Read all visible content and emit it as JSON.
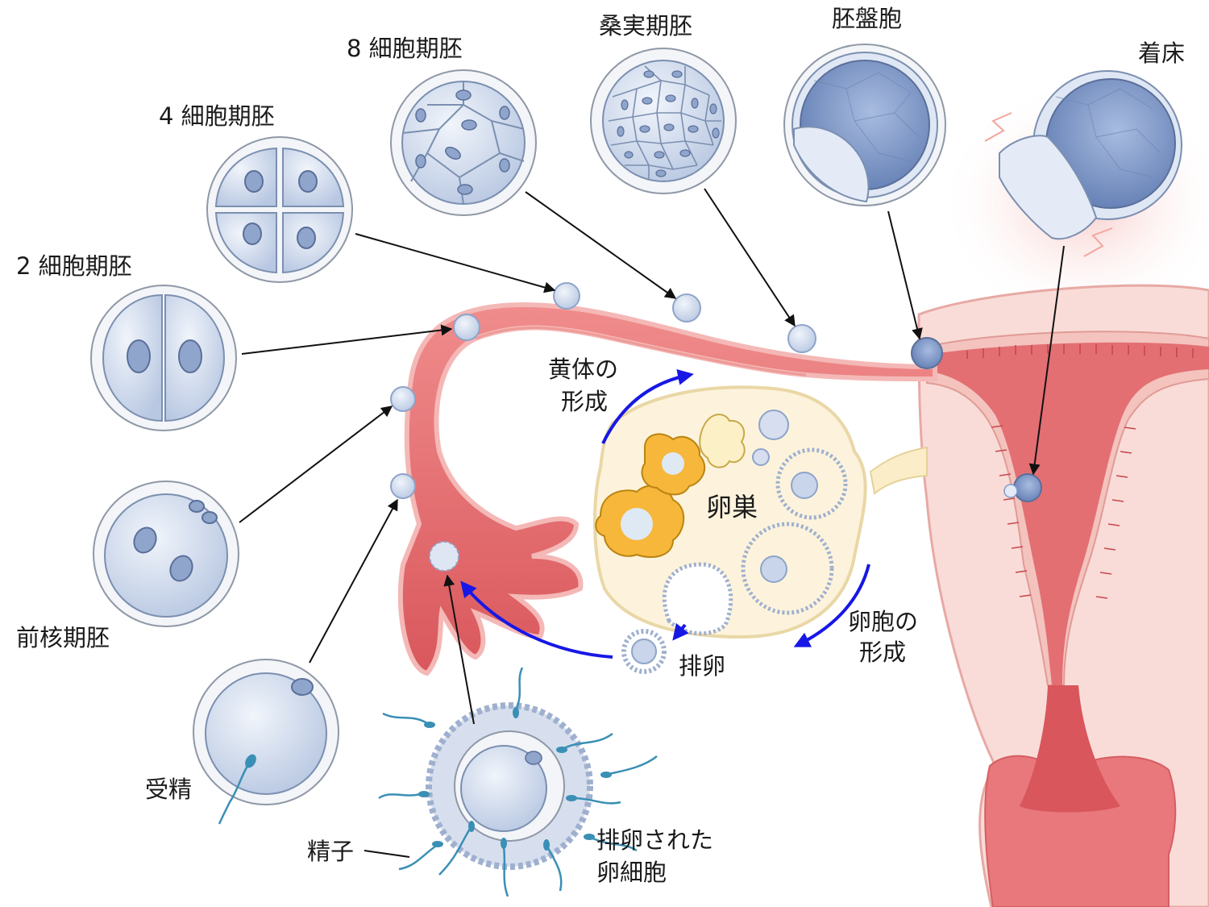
{
  "labels": {
    "two_cell": "2 細胞期胚",
    "four_cell": "4 細胞期胚",
    "eight_cell": "8 細胞期胚",
    "morula": "桑実期胚",
    "blastocyst": "胚盤胞",
    "implantation": "着床",
    "pronuclear": "前核期胚",
    "fertilization": "受精",
    "sperm": "精子",
    "ovulated_oocyte_line1": "排卵された",
    "ovulated_oocyte_line2": "卵細胞",
    "ovary": "卵巣",
    "ovulation": "排卵",
    "corpus_luteum_line1": "黄体の",
    "corpus_luteum_line2": "形成",
    "follicle_line1": "卵胞の",
    "follicle_line2": "形成"
  },
  "colors": {
    "tube": "#e8767a",
    "tube_light": "#f4b8b6",
    "uterus_bg": "#fbe3e0",
    "cell_fill": "#dbe4f2",
    "cell_dark": "#7f9ac6",
    "blastocyst_cavity": "#7892c0",
    "ovary": "#fdf3dc",
    "corpus": "#f6b73b",
    "flow_arrow": "#1717e6",
    "sperm": "#3a8fb5"
  }
}
